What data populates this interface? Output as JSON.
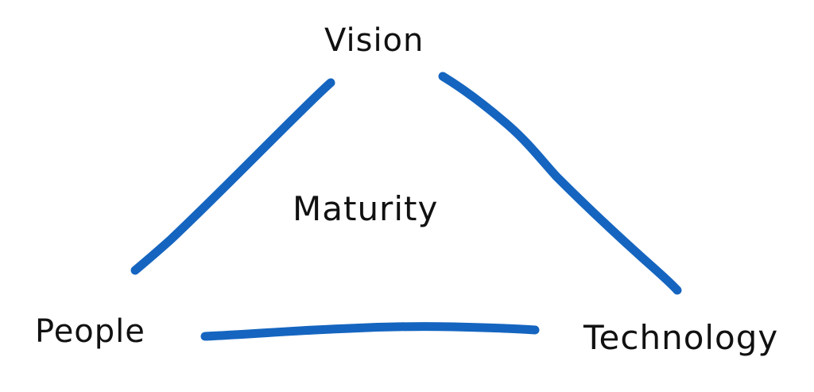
{
  "labels": {
    "top": "Vision",
    "center": "Maturity",
    "bottom_left": "People",
    "bottom_right": "Technology"
  },
  "colors": {
    "stroke": "#1565c0",
    "text": "#111111",
    "background": "#ffffff"
  }
}
